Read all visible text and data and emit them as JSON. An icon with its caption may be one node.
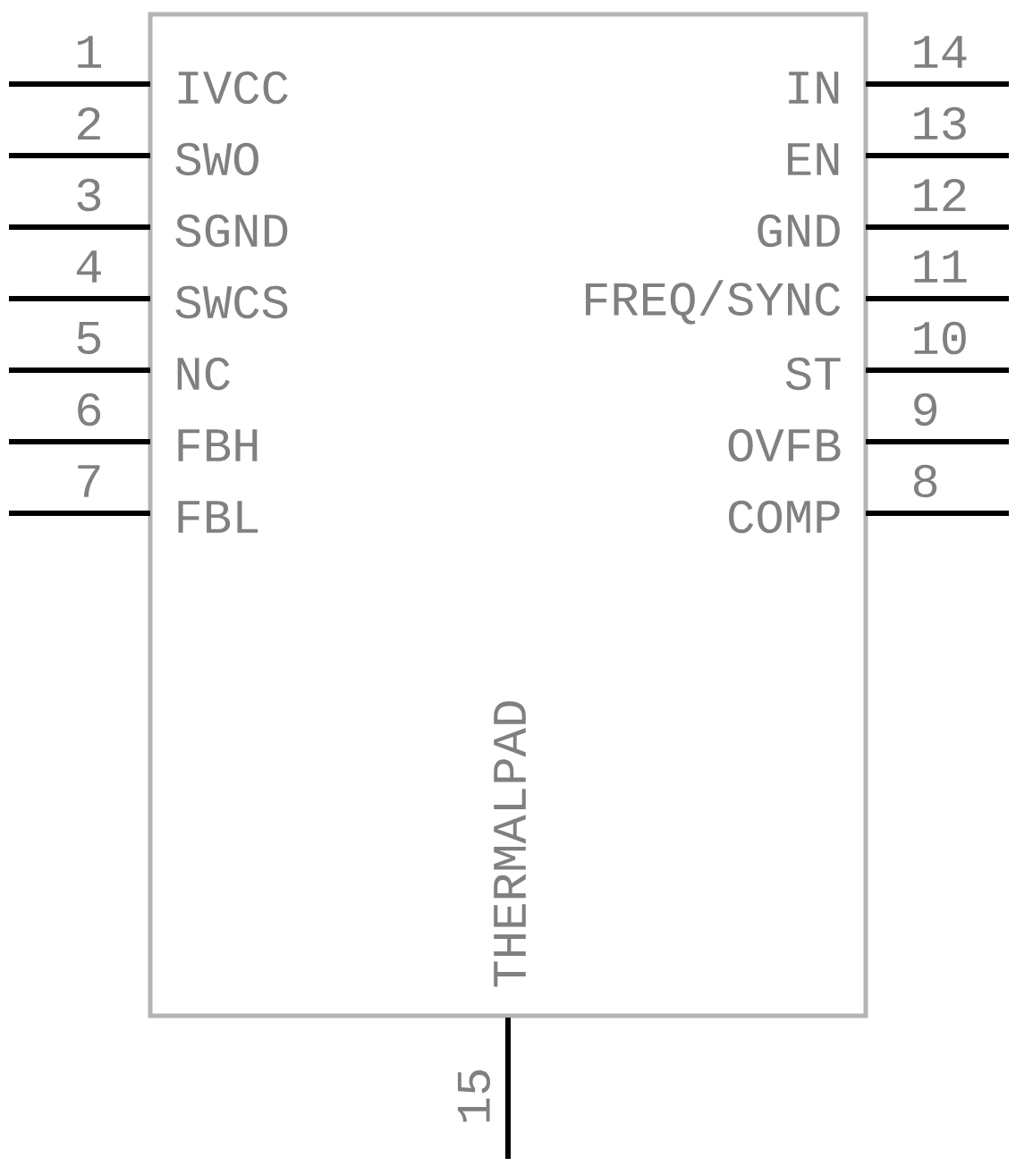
{
  "diagram": {
    "labels": [
      "1",
      "IVCC",
      "IN",
      "14",
      "2",
      "SWO",
      "EN",
      "13",
      "3",
      "SGND",
      "GND",
      "12",
      "4",
      "SWCS",
      "FREQ/SYNC",
      "11",
      "5",
      "NC",
      "ST",
      "10",
      "6",
      "FBH",
      "OVFB",
      "9",
      "7",
      "FBL",
      "COMP",
      "8",
      "THERMALPAD",
      "15"
    ]
  }
}
